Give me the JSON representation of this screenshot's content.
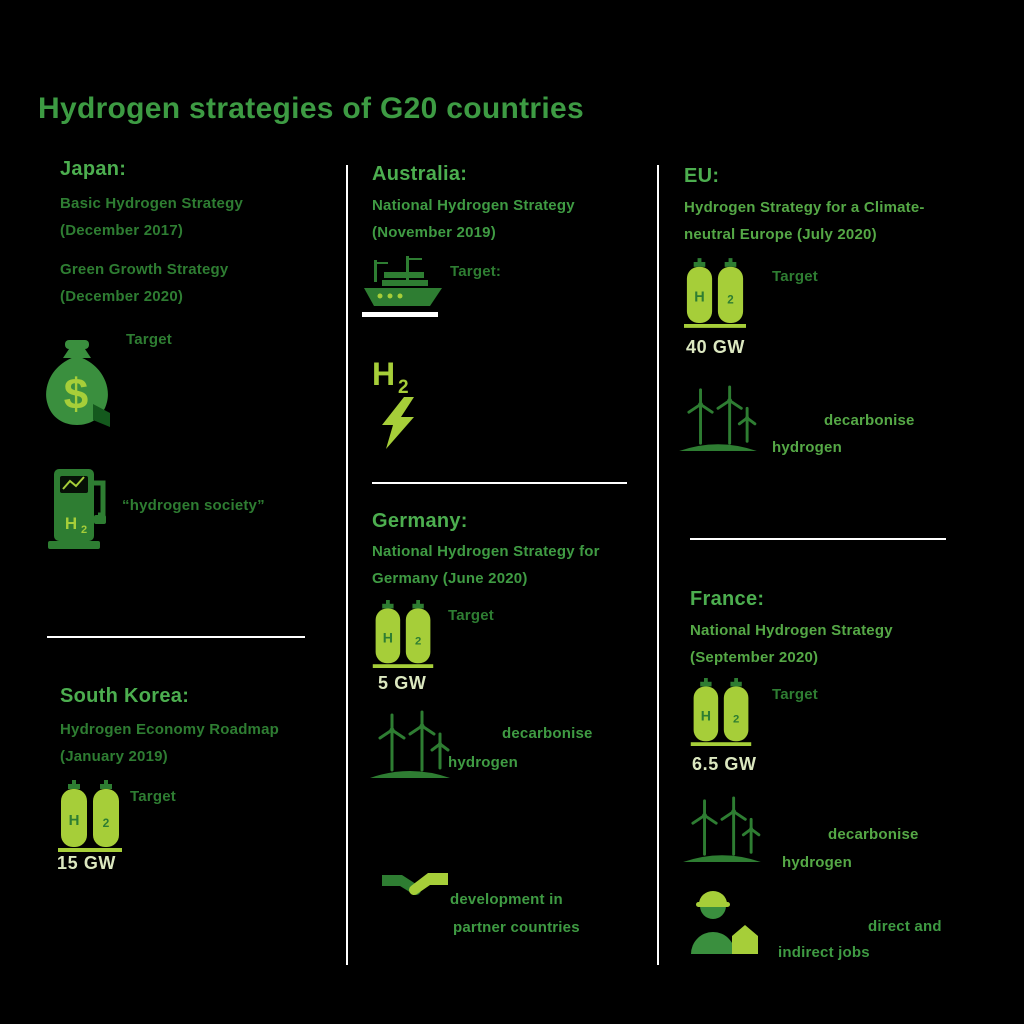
{
  "title": "Hydrogen strategies of G20 countries",
  "colors": {
    "background": "#000000",
    "title_green": "#3d9b43",
    "heading_green": "#4cae4f",
    "dark_green": "#2e7d32",
    "mid_green": "#3f9b43",
    "light_green": "#55a846",
    "lime": "#a6ce39",
    "pale_green": "#dce8c0",
    "divider_white": "#ffffff"
  },
  "icon_text": {
    "dollar": "$",
    "h": "H",
    "two": "2"
  },
  "icons": {
    "japan_target": "money-bag-icon",
    "japan_society": "hydrogen-fuel-pump-icon",
    "capacity_targets": "hydrogen-tanks-icon",
    "australia_target": "export-ship-icon",
    "australia_h2": "h2-lightning-icon",
    "decarbonise": "wind-turbines-icon",
    "germany_partners": "handshake-icon",
    "france_jobs": "construction-worker-icon"
  },
  "japan": {
    "heading": "Japan:",
    "strategy1_line1": "Basic Hydrogen Strategy",
    "strategy1_line2": "(December 2017)",
    "strategy2_line1": "Green Growth Strategy",
    "strategy2_line2": "(December 2020)",
    "target_label": "Target",
    "society_label": "“hydrogen society”"
  },
  "south_korea": {
    "heading": "South Korea:",
    "strategy_line1": "Hydrogen Economy Roadmap",
    "strategy_line2": "(January 2019)",
    "target_label": "Target",
    "capacity": "15 GW"
  },
  "australia": {
    "heading": "Australia:",
    "strategy_line1": "National Hydrogen Strategy",
    "strategy_line2": "(November 2019)",
    "target_label": "Target:"
  },
  "germany": {
    "heading": "Germany:",
    "strategy_line1": "National Hydrogen Strategy for",
    "strategy_line2": "Germany (June 2020)",
    "target_label": "Target",
    "capacity": "5 GW",
    "decarbonise_line1": "decarbonise",
    "decarbonise_line2": "hydrogen",
    "partners_line1": "development in",
    "partners_line2": "partner countries"
  },
  "eu": {
    "heading": "EU:",
    "strategy_line1": "Hydrogen Strategy for a Climate-",
    "strategy_line2": "neutral Europe (July 2020)",
    "target_label": "Target",
    "capacity": "40 GW",
    "decarbonise_line1": "decarbonise",
    "decarbonise_line2": "hydrogen"
  },
  "france": {
    "heading": "France:",
    "strategy_line1": "National Hydrogen Strategy",
    "strategy_line2": "(September 2020)",
    "target_label": "Target",
    "capacity": "6.5 GW",
    "decarbonise_line1": "decarbonise",
    "decarbonise_line2": "hydrogen",
    "jobs_line1": "direct and",
    "jobs_line2": "indirect jobs"
  }
}
